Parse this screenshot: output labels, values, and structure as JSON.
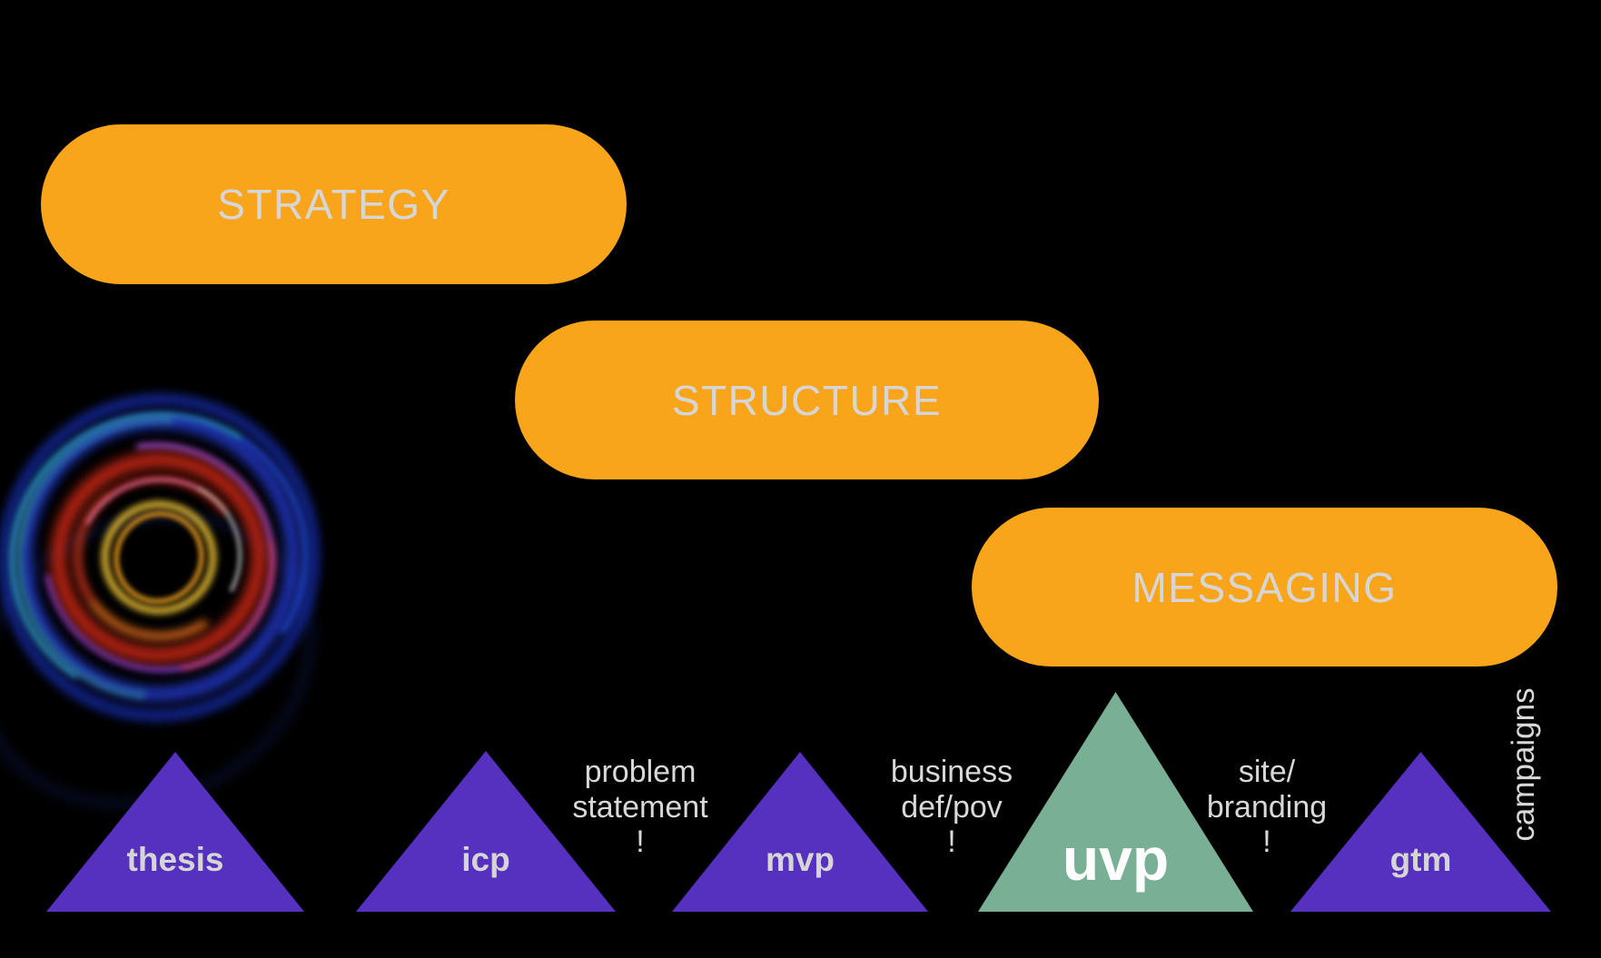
{
  "slide": {
    "background_color": "#000000",
    "accent_orange": "#F9A51C",
    "triangle_purple": "#5630BE",
    "triangle_teal": "#79AF95",
    "text_gray": "#D6D6D6",
    "uvp_text_color": "#FDFDFD"
  },
  "pills": [
    {
      "id": "strategy",
      "label": "STRATEGY"
    },
    {
      "id": "structure",
      "label": "STRUCTURE"
    },
    {
      "id": "messaging",
      "label": "MESSAGING"
    }
  ],
  "triangles": [
    {
      "id": "thesis",
      "label": "thesis",
      "color": "purple"
    },
    {
      "id": "icp",
      "label": "icp",
      "color": "purple"
    },
    {
      "id": "mvp",
      "label": "mvp",
      "color": "purple"
    },
    {
      "id": "uvp",
      "label": "uvp",
      "color": "teal",
      "emphasized": true
    },
    {
      "id": "gtm",
      "label": "gtm",
      "color": "purple"
    }
  ],
  "gap_labels": [
    {
      "id": "problem-statement",
      "lines": [
        "problem",
        "statement",
        "!"
      ]
    },
    {
      "id": "business-def-pov",
      "lines": [
        "business",
        "def/pov",
        "!"
      ]
    },
    {
      "id": "site-branding",
      "lines": [
        "site/",
        "branding",
        "!"
      ]
    }
  ],
  "side_label": {
    "text": "campaigns"
  },
  "decor": {
    "swirl": "multicolor-light-swirl"
  }
}
